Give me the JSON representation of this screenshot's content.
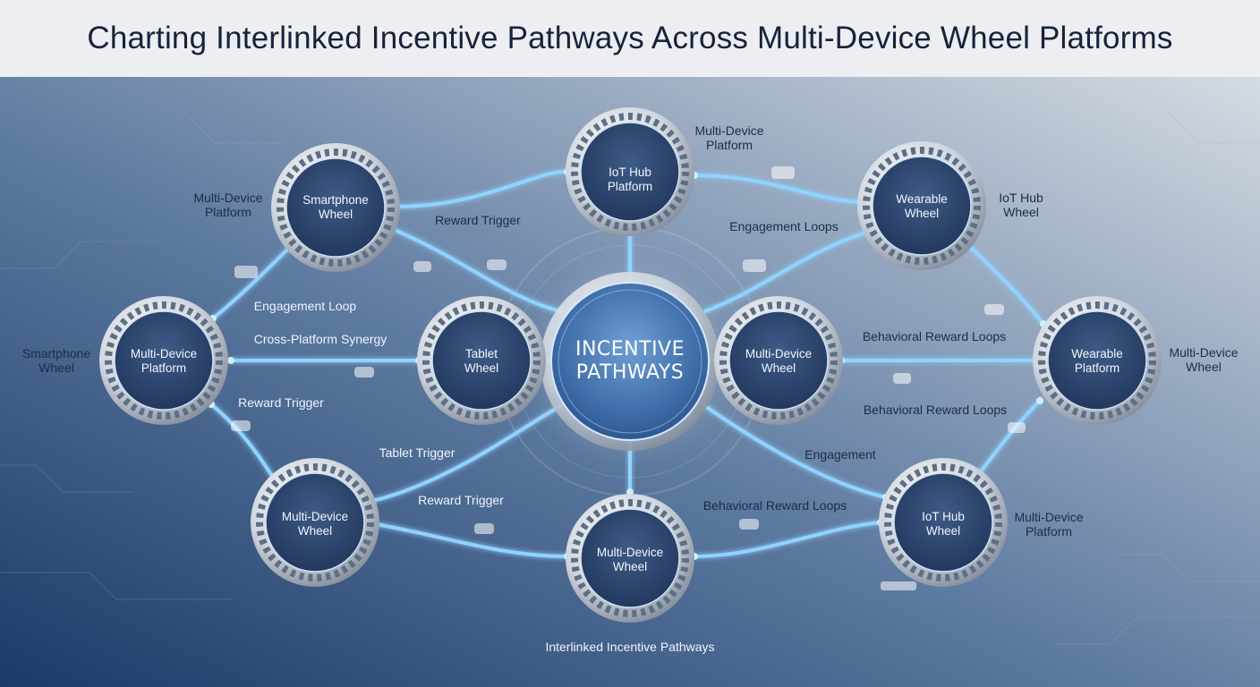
{
  "title": "Charting Interlinked Incentive Pathways Across Multi-Device Wheel Platforms",
  "center": {
    "line1": "INCENTIVE",
    "line2": "PATHWAYS"
  },
  "nodes": {
    "top_left": [
      "Smartphone",
      "Wheel"
    ],
    "top_center": [
      "IoT Hub",
      "Platform"
    ],
    "top_right": [
      "Wearable",
      "Wheel"
    ],
    "mid_far_left": [
      "Multi-Device",
      "Platform"
    ],
    "mid_left": [
      "Tablet",
      "Wheel"
    ],
    "mid_right": [
      "Multi-Device",
      "Wheel"
    ],
    "mid_far_right": [
      "Wearable",
      "Platform"
    ],
    "bottom_left": [
      "Multi-Device",
      "Wheel"
    ],
    "bottom_center": [
      "Multi-Device",
      "Wheel"
    ],
    "bottom_right": [
      "IoT Hub",
      "Wheel"
    ]
  },
  "side_labels": {
    "top_left_side": [
      "Multi-Device",
      "Platform"
    ],
    "top_center_side": [
      "Multi-Device",
      "Platform"
    ],
    "top_right_side": [
      "IoT Hub",
      "Wheel"
    ],
    "far_left_side": [
      "Smartphone",
      "Wheel"
    ],
    "far_right_side": [
      "Multi-Device",
      "Wheel"
    ],
    "bottom_right_side": [
      "Multi-Device",
      "Platform"
    ]
  },
  "edge_labels": {
    "reward_trigger_top": "Reward Trigger",
    "engagement_loops_top": "Engagement Loops",
    "engagement_loop_left": "Engagement Loop",
    "cross_platform_synergy": "Cross-Platform Synergy",
    "behavioral_reward_loops_1": "Behavioral Reward Loops",
    "reward_trigger_left": "Reward Trigger",
    "behavioral_reward_loops_2": "Behavioral Reward Loops",
    "tablet_trigger": "Tablet Trigger",
    "engagement": "Engagement",
    "reward_trigger_bottom": "Reward Trigger",
    "behavioral_reward_loops_3": "Behavioral Reward Loops"
  },
  "footer_label": "Interlinked Incentive Pathways",
  "colors": {
    "header_bg": "#eceef1",
    "title_text": "#16233a",
    "bg_dark": "#1c3a68",
    "bg_light": "#c9d2dc",
    "connector_glow": "#8fd3ff",
    "node_ring": "#d7dde5",
    "node_core": "#2b4670"
  }
}
